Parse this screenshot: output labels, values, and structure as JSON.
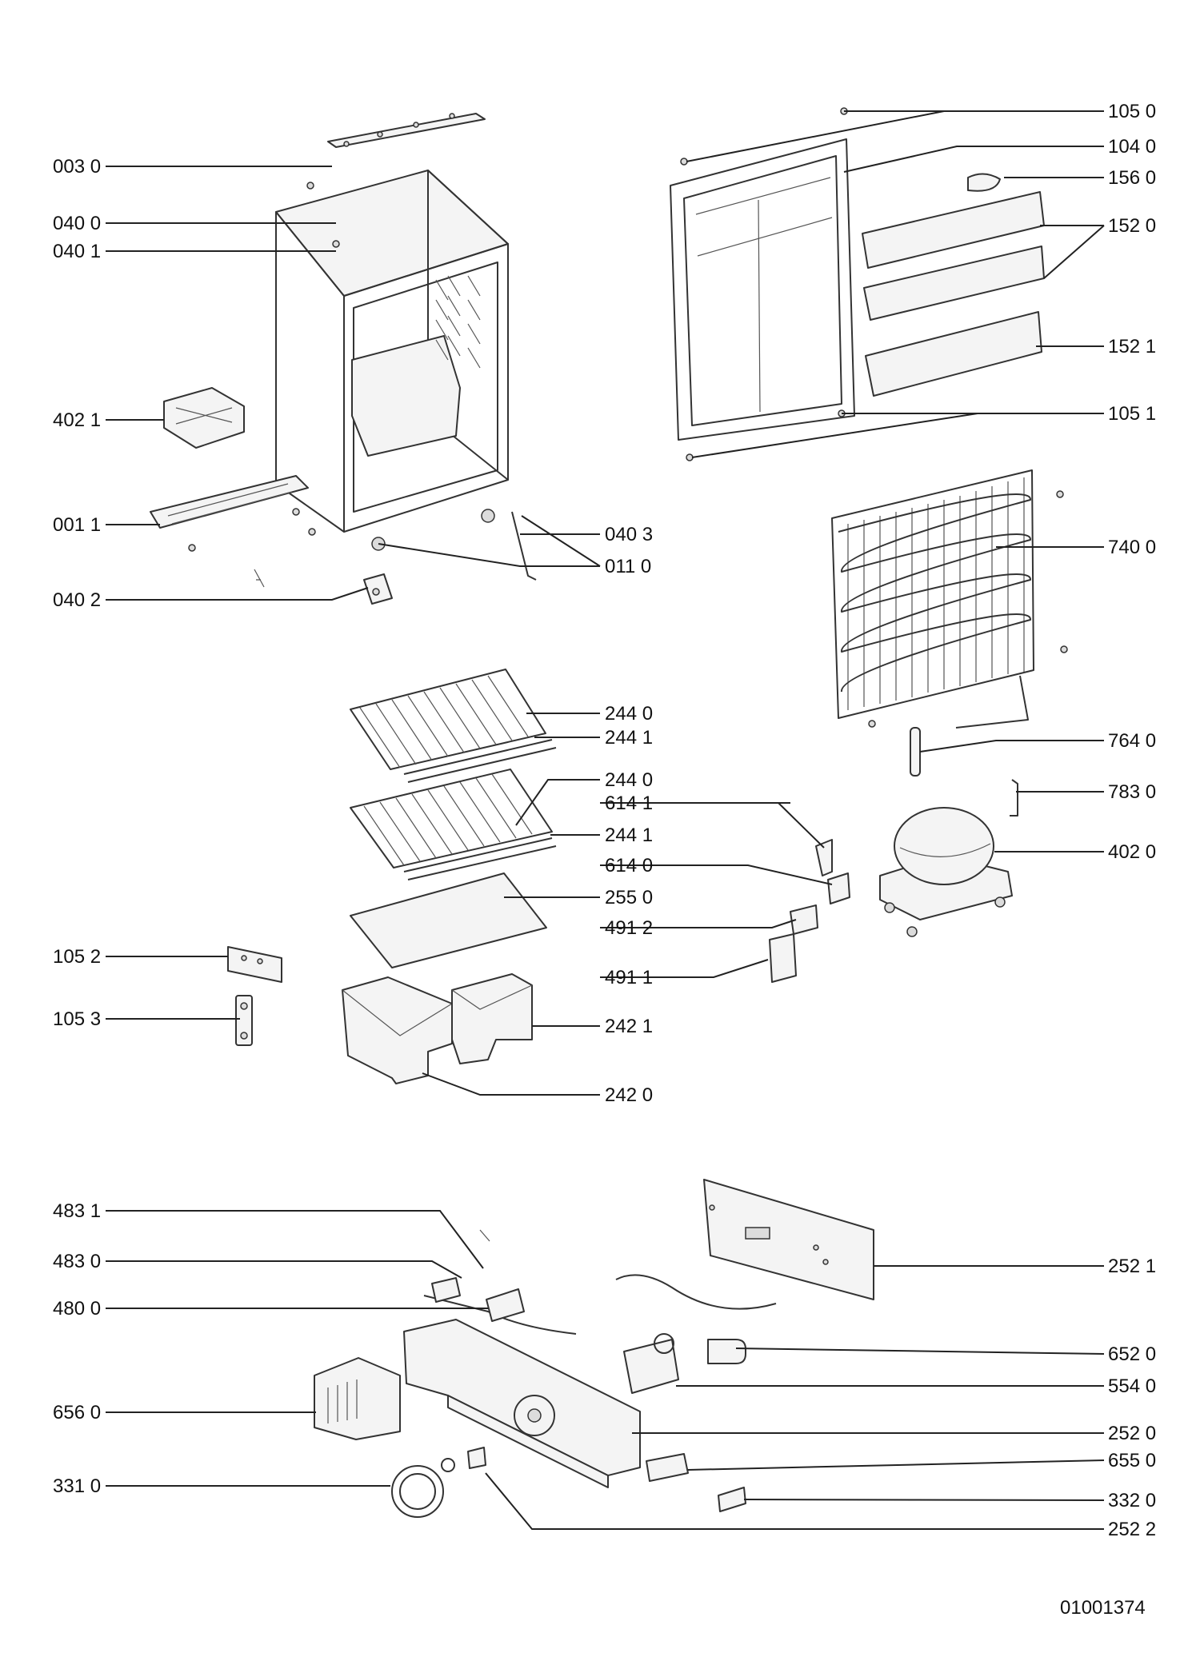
{
  "drawing_number": "01001374",
  "labels": [
    {
      "id": "003-0",
      "text": "003 0"
    },
    {
      "id": "040-0",
      "text": "040 0"
    },
    {
      "id": "040-1",
      "text": "040 1"
    },
    {
      "id": "402-1",
      "text": "402 1"
    },
    {
      "id": "001-1",
      "text": "001 1"
    },
    {
      "id": "040-2",
      "text": "040 2"
    },
    {
      "id": "040-3",
      "text": "040 3"
    },
    {
      "id": "011-0",
      "text": "011 0"
    },
    {
      "id": "105-0",
      "text": "105 0"
    },
    {
      "id": "104-0",
      "text": "104 0"
    },
    {
      "id": "156-0",
      "text": "156 0"
    },
    {
      "id": "152-0",
      "text": "152 0"
    },
    {
      "id": "152-1",
      "text": "152 1"
    },
    {
      "id": "105-1",
      "text": "105 1"
    },
    {
      "id": "740-0",
      "text": "740 0"
    },
    {
      "id": "764-0",
      "text": "764 0"
    },
    {
      "id": "783-0",
      "text": "783 0"
    },
    {
      "id": "402-0",
      "text": "402 0"
    },
    {
      "id": "244-0-a",
      "text": "244 0"
    },
    {
      "id": "244-1-a",
      "text": "244 1"
    },
    {
      "id": "244-0-b",
      "text": "244 0"
    },
    {
      "id": "614-1",
      "text": "614 1"
    },
    {
      "id": "244-1-b",
      "text": "244 1"
    },
    {
      "id": "614-0",
      "text": "614 0"
    },
    {
      "id": "255-0",
      "text": "255 0"
    },
    {
      "id": "491-2",
      "text": "491 2"
    },
    {
      "id": "491-1",
      "text": "491 1"
    },
    {
      "id": "105-2",
      "text": "105 2"
    },
    {
      "id": "105-3",
      "text": "105 3"
    },
    {
      "id": "242-1",
      "text": "242 1"
    },
    {
      "id": "242-0",
      "text": "242 0"
    },
    {
      "id": "483-1",
      "text": "483 1"
    },
    {
      "id": "483-0",
      "text": "483 0"
    },
    {
      "id": "480-0",
      "text": "480 0"
    },
    {
      "id": "656-0",
      "text": "656 0"
    },
    {
      "id": "331-0",
      "text": "331 0"
    },
    {
      "id": "252-1",
      "text": "252 1"
    },
    {
      "id": "652-0",
      "text": "652 0"
    },
    {
      "id": "554-0",
      "text": "554 0"
    },
    {
      "id": "252-0",
      "text": "252 0"
    },
    {
      "id": "655-0",
      "text": "655 0"
    },
    {
      "id": "332-0",
      "text": "332 0"
    },
    {
      "id": "252-2",
      "text": "252 2"
    }
  ]
}
